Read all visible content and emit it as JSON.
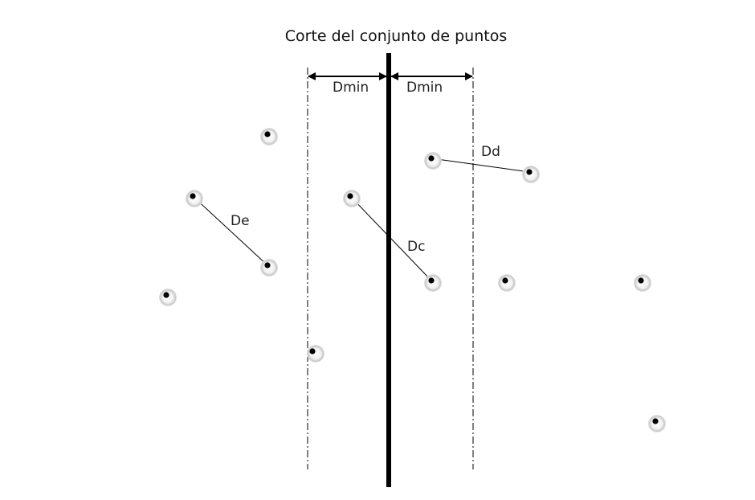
{
  "title": "Corte del conjunto de puntos",
  "labels": {
    "dmin_left": "Dmin",
    "dmin_right": "Dmin",
    "de": "De",
    "dc": "Dc",
    "dd": "Dd"
  }
}
